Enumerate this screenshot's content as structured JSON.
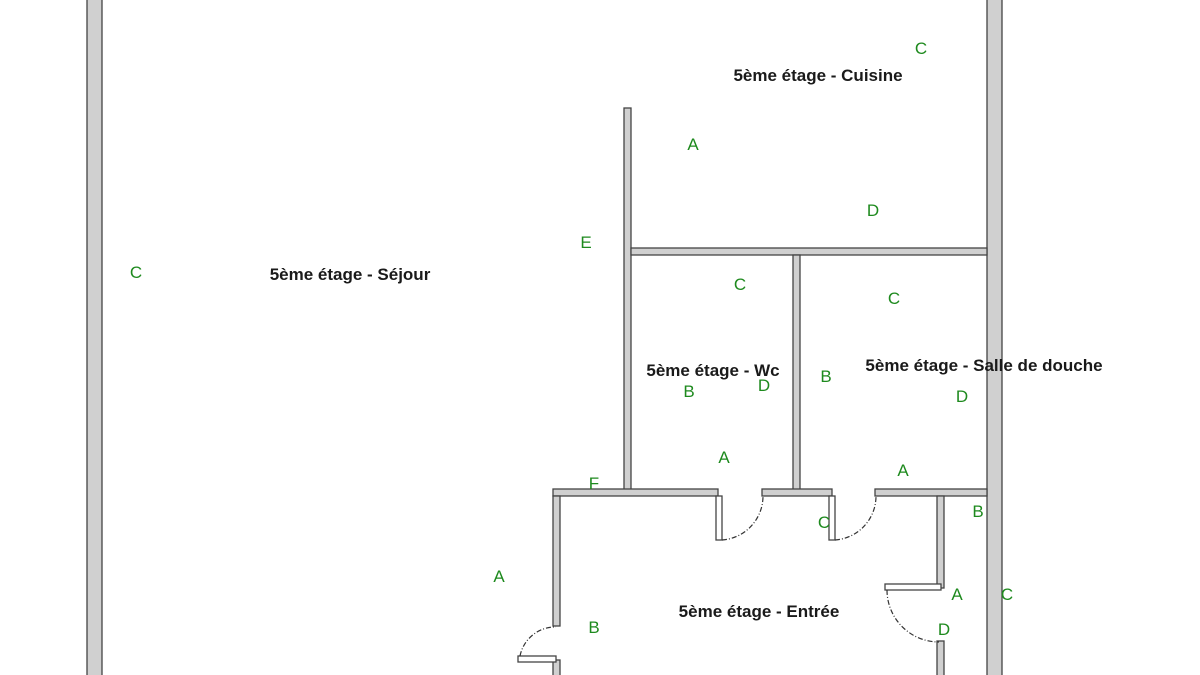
{
  "rooms": {
    "cuisine": "5ème étage - Cuisine",
    "sejour": "5ème étage - Séjour",
    "wc": "5ème étage - Wc",
    "douche": "5ème étage - Salle de douche",
    "entree": "5ème étage - Entrée"
  },
  "wall_letters": {
    "cuisine_c": "C",
    "cuisine_a": "A",
    "cuisine_d": "D",
    "sejour_e": "E",
    "sejour_c": "C",
    "sejour_a": "A",
    "sejour_f": "F",
    "wc_c": "C",
    "wc_b": "B",
    "wc_d": "D",
    "wc_a": "A",
    "douche_c": "C",
    "douche_b": "B",
    "douche_d": "D",
    "douche_a": "A",
    "entree_c": "C",
    "entree_b": "B",
    "entree_d": "D",
    "hall_b": "B",
    "hall_a": "A",
    "outer_c": "C"
  },
  "colors": {
    "wall_fill": "#d0d0d0",
    "wall_stroke": "#444444",
    "letter_green": "#1e8a1e",
    "label_black": "#1a1a1a"
  }
}
